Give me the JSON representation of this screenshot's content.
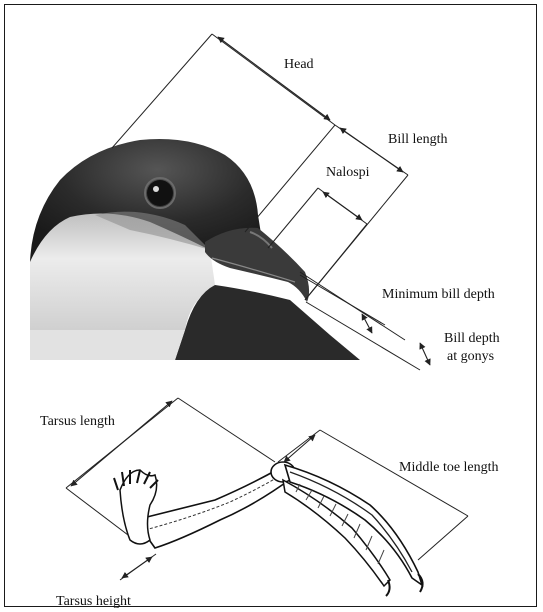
{
  "labels": {
    "head": "Head",
    "bill_length": "Bill length",
    "nalospi": "Nalospi",
    "minimum_bill_depth": "Minimum bill depth",
    "bill_depth_line1": "Bill depth",
    "bill_depth_line2": "at gonys",
    "tarsus_length": "Tarsus length",
    "middle_toe_length": "Middle toe length",
    "tarsus_height": "Tarsus height"
  },
  "colors": {
    "line": "#222222",
    "frame": "#1a1a1a",
    "feather_dark": "#2b2b2b",
    "feather_light": "#e8e8e8"
  }
}
